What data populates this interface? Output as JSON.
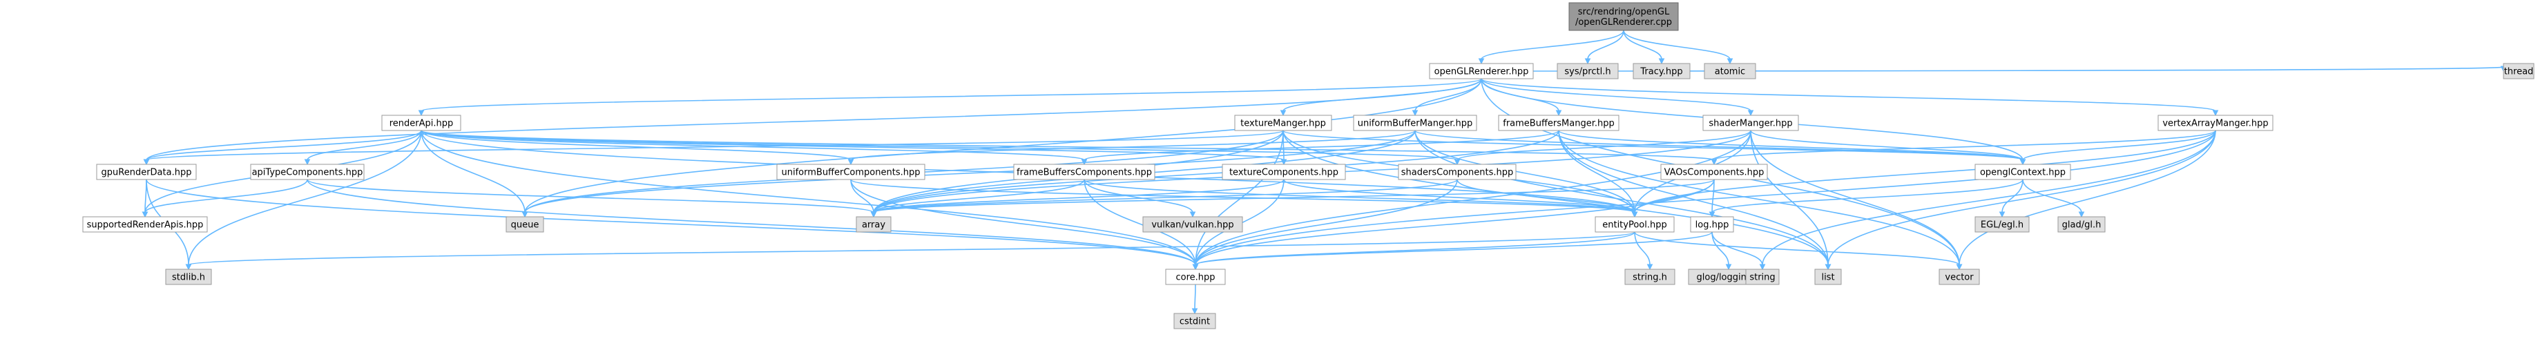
{
  "nodes": [
    {
      "id": "root",
      "lines": [
        "src/rendring/openGL",
        "/openGLRenderer.cpp"
      ],
      "kind": "root"
    },
    {
      "id": "openglrenderer_hpp",
      "lines": [
        "openGLRenderer.hpp"
      ],
      "kind": "local"
    },
    {
      "id": "sys_prctl",
      "lines": [
        "sys/prctl.h"
      ],
      "kind": "system"
    },
    {
      "id": "tracy",
      "lines": [
        "Tracy.hpp"
      ],
      "kind": "system"
    },
    {
      "id": "atomic",
      "lines": [
        "atomic"
      ],
      "kind": "system"
    },
    {
      "id": "renderapi",
      "lines": [
        "renderApi.hpp"
      ],
      "kind": "local"
    },
    {
      "id": "texturemanger",
      "lines": [
        "textureManger.hpp"
      ],
      "kind": "local"
    },
    {
      "id": "uniformbuffermanger",
      "lines": [
        "uniformBufferManger.hpp"
      ],
      "kind": "local"
    },
    {
      "id": "framebuffersmanger",
      "lines": [
        "frameBuffersManger.hpp"
      ],
      "kind": "local"
    },
    {
      "id": "shadermanger",
      "lines": [
        "shaderManger.hpp"
      ],
      "kind": "local"
    },
    {
      "id": "vertexarraymanger",
      "lines": [
        "vertexArrayManger.hpp"
      ],
      "kind": "local"
    },
    {
      "id": "thread",
      "lines": [
        "thread"
      ],
      "kind": "system"
    },
    {
      "id": "gpurenderdata",
      "lines": [
        "gpuRenderData.hpp"
      ],
      "kind": "local"
    },
    {
      "id": "apitypecomponents",
      "lines": [
        "apiTypeComponents.hpp"
      ],
      "kind": "local"
    },
    {
      "id": "uniformbuffercomponents",
      "lines": [
        "uniformBufferComponents.hpp"
      ],
      "kind": "local"
    },
    {
      "id": "framebufferscomponents",
      "lines": [
        "frameBuffersComponents.hpp"
      ],
      "kind": "local"
    },
    {
      "id": "texturecomponents",
      "lines": [
        "textureComponents.hpp"
      ],
      "kind": "local"
    },
    {
      "id": "shaderscomponents",
      "lines": [
        "shadersComponents.hpp"
      ],
      "kind": "local"
    },
    {
      "id": "vaoscomponents",
      "lines": [
        "VAOsComponents.hpp"
      ],
      "kind": "local"
    },
    {
      "id": "openglcontext",
      "lines": [
        "openglContext.hpp"
      ],
      "kind": "local"
    },
    {
      "id": "supportedrenderapis",
      "lines": [
        "supportedRenderApis.hpp"
      ],
      "kind": "local"
    },
    {
      "id": "queue",
      "lines": [
        "queue"
      ],
      "kind": "system"
    },
    {
      "id": "array",
      "lines": [
        "array"
      ],
      "kind": "system"
    },
    {
      "id": "vulkan",
      "lines": [
        "vulkan/vulkan.hpp"
      ],
      "kind": "system"
    },
    {
      "id": "entitypool",
      "lines": [
        "entityPool.hpp"
      ],
      "kind": "local"
    },
    {
      "id": "log",
      "lines": [
        "log.hpp"
      ],
      "kind": "local"
    },
    {
      "id": "egl",
      "lines": [
        "EGL/egl.h"
      ],
      "kind": "system"
    },
    {
      "id": "glad",
      "lines": [
        "glad/gl.h"
      ],
      "kind": "system"
    },
    {
      "id": "stdlib",
      "lines": [
        "stdlib.h"
      ],
      "kind": "system"
    },
    {
      "id": "core",
      "lines": [
        "core.hpp"
      ],
      "kind": "local"
    },
    {
      "id": "stringh",
      "lines": [
        "string.h"
      ],
      "kind": "system"
    },
    {
      "id": "glog",
      "lines": [
        "glog/logging.h"
      ],
      "kind": "system"
    },
    {
      "id": "string",
      "lines": [
        "string"
      ],
      "kind": "system"
    },
    {
      "id": "list",
      "lines": [
        "list"
      ],
      "kind": "system"
    },
    {
      "id": "vector",
      "lines": [
        "vector"
      ],
      "kind": "system"
    },
    {
      "id": "cstdint",
      "lines": [
        "cstdint"
      ],
      "kind": "system"
    }
  ],
  "edges": [
    [
      "root",
      "openglrenderer_hpp"
    ],
    [
      "root",
      "sys_prctl"
    ],
    [
      "root",
      "tracy"
    ],
    [
      "root",
      "atomic"
    ],
    [
      "openglrenderer_hpp",
      "renderapi"
    ],
    [
      "openglrenderer_hpp",
      "texturemanger"
    ],
    [
      "openglrenderer_hpp",
      "uniformbuffermanger"
    ],
    [
      "openglrenderer_hpp",
      "framebuffersmanger"
    ],
    [
      "openglrenderer_hpp",
      "shadermanger"
    ],
    [
      "openglrenderer_hpp",
      "vertexarraymanger"
    ],
    [
      "openglrenderer_hpp",
      "thread"
    ],
    [
      "openglrenderer_hpp",
      "gpurenderdata"
    ],
    [
      "openglrenderer_hpp",
      "openglcontext"
    ],
    [
      "openglrenderer_hpp",
      "queue"
    ],
    [
      "openglrenderer_hpp",
      "vector"
    ],
    [
      "renderapi",
      "gpurenderdata"
    ],
    [
      "renderapi",
      "apitypecomponents"
    ],
    [
      "renderapi",
      "uniformbuffercomponents"
    ],
    [
      "renderapi",
      "framebufferscomponents"
    ],
    [
      "renderapi",
      "texturecomponents"
    ],
    [
      "renderapi",
      "shaderscomponents"
    ],
    [
      "renderapi",
      "vaoscomponents"
    ],
    [
      "renderapi",
      "supportedrenderapis"
    ],
    [
      "renderapi",
      "queue"
    ],
    [
      "renderapi",
      "stdlib"
    ],
    [
      "renderapi",
      "core"
    ],
    [
      "renderapi",
      "entitypool"
    ],
    [
      "gpurenderdata",
      "supportedrenderapis"
    ],
    [
      "gpurenderdata",
      "stdlib"
    ],
    [
      "gpurenderdata",
      "core"
    ],
    [
      "apitypecomponents",
      "supportedrenderapis"
    ],
    [
      "apitypecomponents",
      "core"
    ],
    [
      "apitypecomponents",
      "array"
    ],
    [
      "uniformbuffercomponents",
      "array"
    ],
    [
      "uniformbuffercomponents",
      "core"
    ],
    [
      "uniformbuffercomponents",
      "entitypool"
    ],
    [
      "framebufferscomponents",
      "array"
    ],
    [
      "framebufferscomponents",
      "vulkan"
    ],
    [
      "framebufferscomponents",
      "core"
    ],
    [
      "framebufferscomponents",
      "entitypool"
    ],
    [
      "texturecomponents",
      "array"
    ],
    [
      "texturecomponents",
      "core"
    ],
    [
      "texturecomponents",
      "entitypool"
    ],
    [
      "shaderscomponents",
      "core"
    ],
    [
      "shaderscomponents",
      "entitypool"
    ],
    [
      "shaderscomponents",
      "array"
    ],
    [
      "vaoscomponents",
      "core"
    ],
    [
      "vaoscomponents",
      "entitypool"
    ],
    [
      "vaoscomponents",
      "array"
    ],
    [
      "vaoscomponents",
      "log"
    ],
    [
      "texturemanger",
      "texturecomponents"
    ],
    [
      "texturemanger",
      "gpurenderdata"
    ],
    [
      "texturemanger",
      "queue"
    ],
    [
      "texturemanger",
      "array"
    ],
    [
      "texturemanger",
      "core"
    ],
    [
      "texturemanger",
      "openglcontext"
    ],
    [
      "texturemanger",
      "entitypool"
    ],
    [
      "texturemanger",
      "list"
    ],
    [
      "uniformbuffermanger",
      "uniformbuffercomponents"
    ],
    [
      "uniformbuffermanger",
      "queue"
    ],
    [
      "uniformbuffermanger",
      "array"
    ],
    [
      "uniformbuffermanger",
      "openglcontext"
    ],
    [
      "uniformbuffermanger",
      "entitypool"
    ],
    [
      "uniformbuffermanger",
      "list"
    ],
    [
      "framebuffersmanger",
      "framebufferscomponents"
    ],
    [
      "framebuffersmanger",
      "array"
    ],
    [
      "framebuffersmanger",
      "openglcontext"
    ],
    [
      "framebuffersmanger",
      "entitypool"
    ],
    [
      "framebuffersmanger",
      "list"
    ],
    [
      "framebuffersmanger",
      "vector"
    ],
    [
      "shadermanger",
      "shaderscomponents"
    ],
    [
      "shadermanger",
      "openglcontext"
    ],
    [
      "shadermanger",
      "core"
    ],
    [
      "shadermanger",
      "entitypool"
    ],
    [
      "shadermanger",
      "list"
    ],
    [
      "shadermanger",
      "vector"
    ],
    [
      "shadermanger",
      "array"
    ],
    [
      "vertexarraymanger",
      "vaoscomponents"
    ],
    [
      "vertexarraymanger",
      "openglcontext"
    ],
    [
      "vertexarraymanger",
      "core"
    ],
    [
      "vertexarraymanger",
      "entitypool"
    ],
    [
      "vertexarraymanger",
      "list"
    ],
    [
      "vertexarraymanger",
      "vector"
    ],
    [
      "vertexarraymanger",
      "string"
    ],
    [
      "openglcontext",
      "egl"
    ],
    [
      "openglcontext",
      "glad"
    ],
    [
      "openglcontext",
      "log"
    ],
    [
      "entitypool",
      "stdlib"
    ],
    [
      "entitypool",
      "stringh"
    ],
    [
      "entitypool",
      "vector"
    ],
    [
      "entitypool",
      "core"
    ],
    [
      "log",
      "glog"
    ],
    [
      "log",
      "string"
    ],
    [
      "log",
      "core"
    ],
    [
      "core",
      "cstdint"
    ]
  ]
}
